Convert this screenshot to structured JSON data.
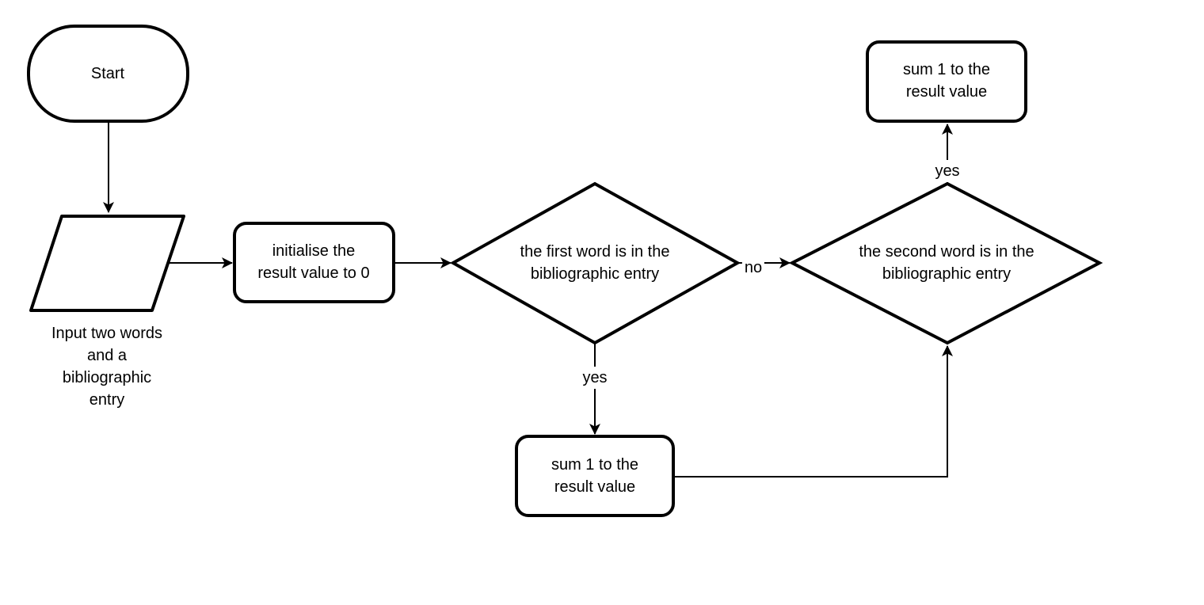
{
  "diagram": {
    "background_color": "#ffffff",
    "stroke_color": "#000000",
    "text_color": "#000000",
    "nodes": {
      "start": {
        "type": "terminator",
        "label": "Start"
      },
      "input": {
        "type": "input-output",
        "label": "",
        "caption": "Input two words\nand a\nbibliographic\nentry"
      },
      "init_result": {
        "type": "process",
        "label": "initialise the\nresult value to 0"
      },
      "first_word_check": {
        "type": "decision",
        "label": "the first word is in the\nbibliographic entry"
      },
      "sum_first": {
        "type": "process",
        "label": "sum 1 to the\nresult value"
      },
      "second_word_check": {
        "type": "decision",
        "label": "the second word is in the\nbibliographic entry"
      },
      "sum_second": {
        "type": "process",
        "label": "sum 1 to the\nresult value"
      }
    },
    "edges": {
      "start_to_input": {
        "label": ""
      },
      "input_to_init": {
        "label": ""
      },
      "init_to_first_check": {
        "label": ""
      },
      "first_check_yes": {
        "label": "yes"
      },
      "first_check_no": {
        "label": "no"
      },
      "sum_first_to_second_check": {
        "label": ""
      },
      "second_check_yes": {
        "label": "yes"
      }
    }
  }
}
